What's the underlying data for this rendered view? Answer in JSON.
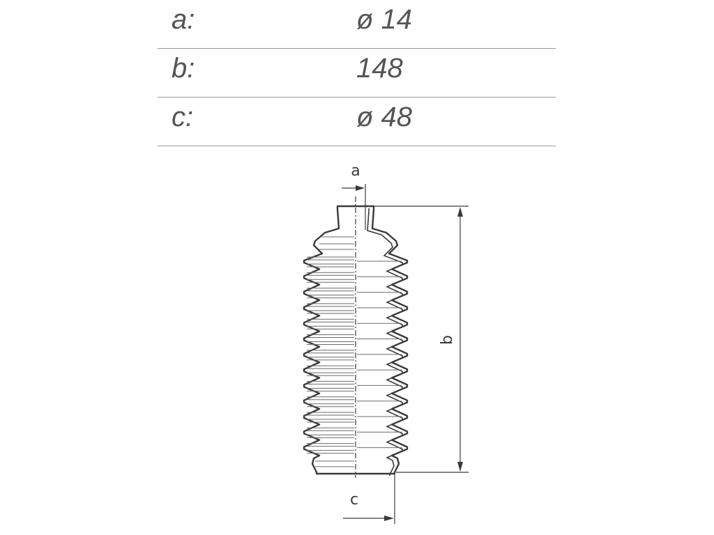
{
  "specs": [
    {
      "label": "a:",
      "value": "ø 14"
    },
    {
      "label": "b:",
      "value": "148"
    },
    {
      "label": "c:",
      "value": "ø  48"
    }
  ],
  "diagram": {
    "label_a": "a",
    "label_b": "b",
    "label_c": "c",
    "line_color": "#3a3a3a",
    "hatch_color": "#6a6a6a"
  }
}
